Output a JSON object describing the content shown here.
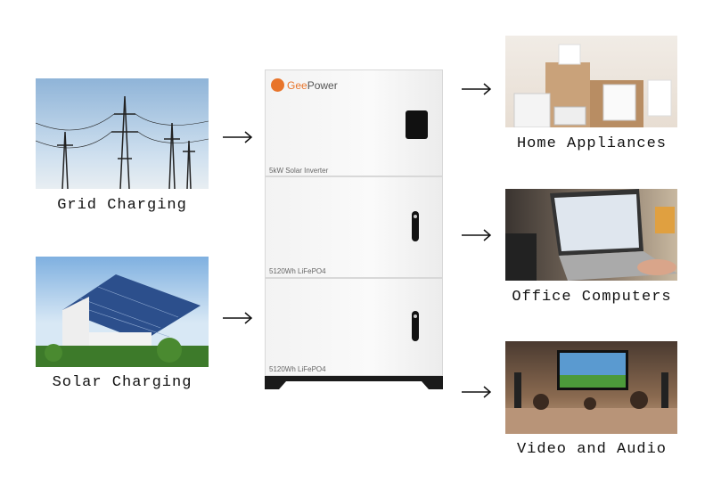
{
  "inputs": [
    {
      "label": "Grid Charging"
    },
    {
      "label": "Solar Charging"
    }
  ],
  "device": {
    "brand": "GeePower",
    "modules": [
      "5kW Solar Inverter",
      "5120Wh LiFePO4",
      "5120Wh LiFePO4"
    ]
  },
  "outputs": [
    {
      "label": "Home Appliances"
    },
    {
      "label": "Office Computers"
    },
    {
      "label": "Video and Audio"
    }
  ],
  "colors": {
    "brand": "#e8742a",
    "arrow": "#111111"
  }
}
